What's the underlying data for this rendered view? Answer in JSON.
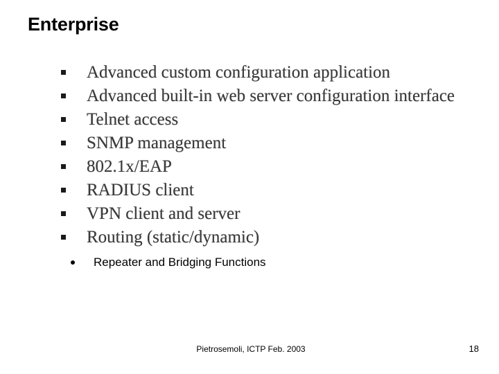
{
  "slide": {
    "title": "Enterprise",
    "page_number": "18",
    "background_color": "#ffffff",
    "text_color": "#000000",
    "body_text_color": "#3a3a3a"
  },
  "bullets": {
    "marker": "square",
    "items": [
      {
        "label": "Advanced custom configuration application"
      },
      {
        "label": "Advanced built-in web server configuration interface"
      },
      {
        "label": "Telnet access"
      },
      {
        "label": "SNMP management"
      },
      {
        "label": "802.1x/EAP"
      },
      {
        "label": "RADIUS client"
      },
      {
        "label": "VPN client and server"
      },
      {
        "label": "Routing (static/dynamic)"
      }
    ]
  },
  "sub_bullets": {
    "marker": "dot",
    "items": [
      {
        "label": "Repeater and Bridging Functions"
      }
    ]
  },
  "footer": {
    "credit": "Pietrosemoli, ICTP Feb. 2003"
  }
}
